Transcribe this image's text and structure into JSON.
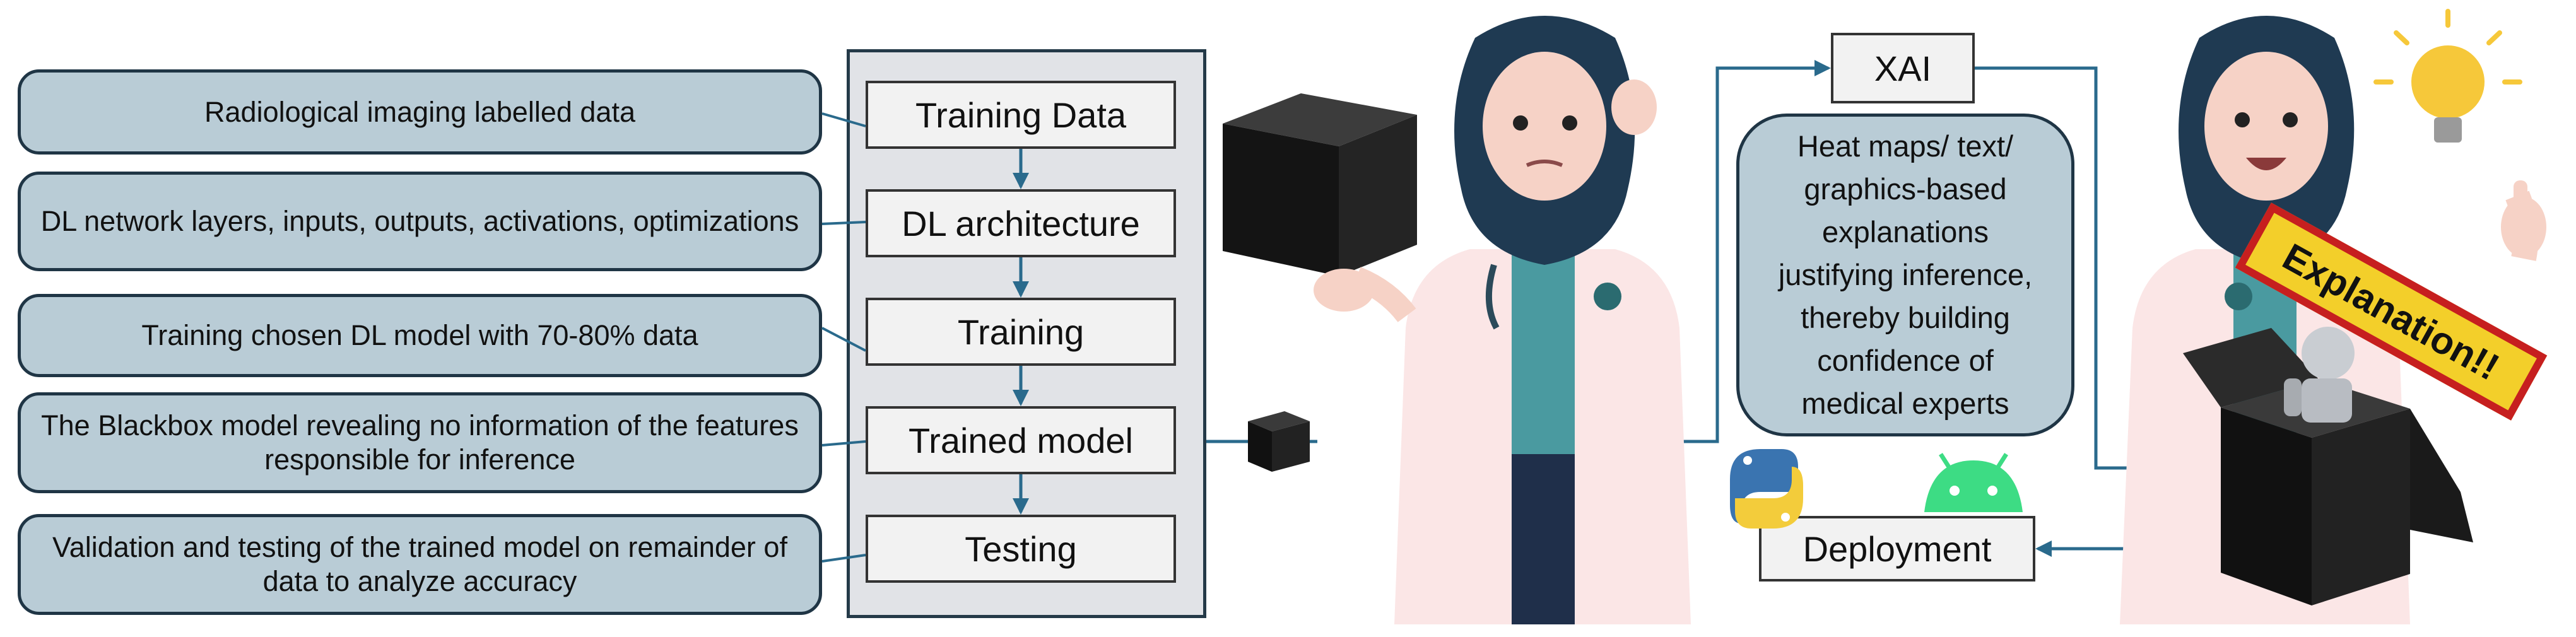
{
  "descriptions": [
    {
      "text": "Radiological imaging labelled data"
    },
    {
      "text": "DL network layers, inputs, outputs, activations, optimizations"
    },
    {
      "text": "Training chosen DL model with 70-80% data"
    },
    {
      "text": "The Blackbox model revealing no information of the features responsible for inference"
    },
    {
      "text": "Validation and testing of the trained model on remainder of data to analyze accuracy"
    }
  ],
  "pipeline": {
    "stages": [
      {
        "label": "Training Data"
      },
      {
        "label": "DL architecture"
      },
      {
        "label": "Training"
      },
      {
        "label": "Trained model"
      },
      {
        "label": "Testing"
      }
    ]
  },
  "xai": {
    "label": "XAI"
  },
  "explanation_bubble": {
    "text": "Heat maps/ text/ graphics-based explanations justifying inference, thereby building confidence of medical experts"
  },
  "deployment": {
    "label": "Deployment"
  },
  "banner": {
    "text": "Explanation!!"
  },
  "icons": [
    "black-box-icon",
    "python-logo-icon",
    "android-logo-icon",
    "lightbulb-icon",
    "confused-doctor-illustration",
    "happy-doctor-illustration",
    "open-box-icon",
    "robot-icon"
  ],
  "colors": {
    "description_fill": "#b9ccd6",
    "connector": "#2a6a8c",
    "panel_fill": "#e1e3e7",
    "banner_fill": "#f3cf2a",
    "banner_border": "#c61f1f"
  }
}
